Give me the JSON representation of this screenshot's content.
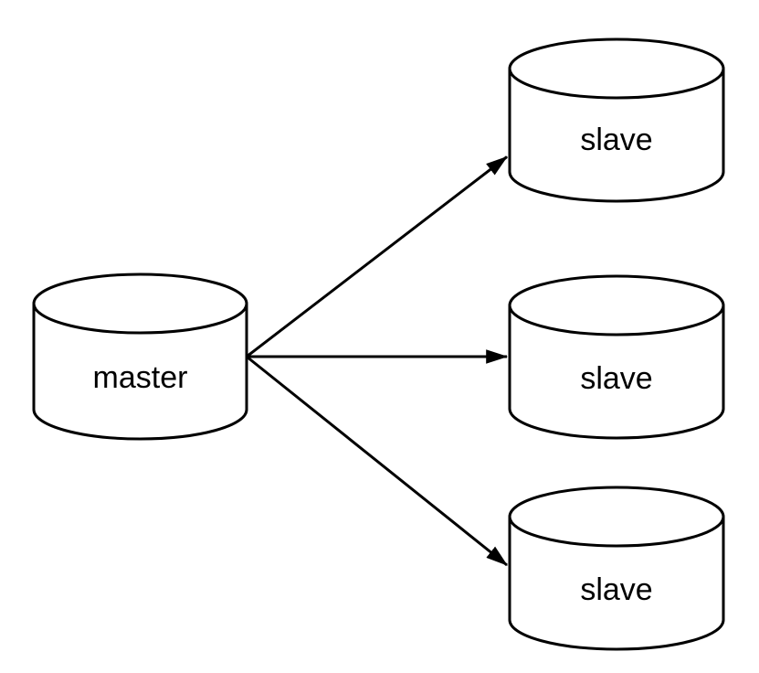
{
  "diagram": {
    "type": "database-replication-topology",
    "background_color": "#ffffff",
    "node_fill_color": "#ffffff",
    "stroke_color": "#000000",
    "text_color": "#000000",
    "nodes": [
      {
        "id": "master",
        "label": "master",
        "shape": "cylinder",
        "role": "source"
      },
      {
        "id": "slave-top",
        "label": "slave",
        "shape": "cylinder",
        "role": "replica"
      },
      {
        "id": "slave-middle",
        "label": "slave",
        "shape": "cylinder",
        "role": "replica"
      },
      {
        "id": "slave-bottom",
        "label": "slave",
        "shape": "cylinder",
        "role": "replica"
      }
    ],
    "edges": [
      {
        "from": "master",
        "to": "slave-top",
        "arrowhead": "filled-triangle"
      },
      {
        "from": "master",
        "to": "slave-middle",
        "arrowhead": "filled-triangle"
      },
      {
        "from": "master",
        "to": "slave-bottom",
        "arrowhead": "filled-triangle"
      }
    ]
  }
}
